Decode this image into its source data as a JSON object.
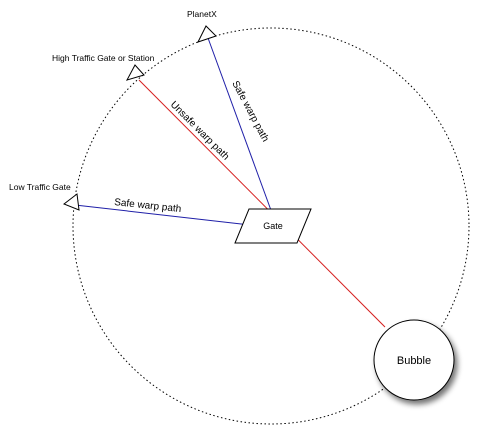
{
  "diagram": {
    "labels": {
      "planet": "PlanetX",
      "high_traffic": "High Traffic Gate or Station",
      "low_traffic": "Low Traffic Gate",
      "gate": "Gate",
      "bubble": "Bubble",
      "safe_path_planet": "Safe warp path",
      "unsafe_path": "Unsafe warp path",
      "safe_path_low": "Safe warp path"
    },
    "colors": {
      "safe_path": "#1f1fa8",
      "unsafe_path": "#d62020",
      "outline": "#000000",
      "bubble_fill": "#ffffff"
    }
  }
}
